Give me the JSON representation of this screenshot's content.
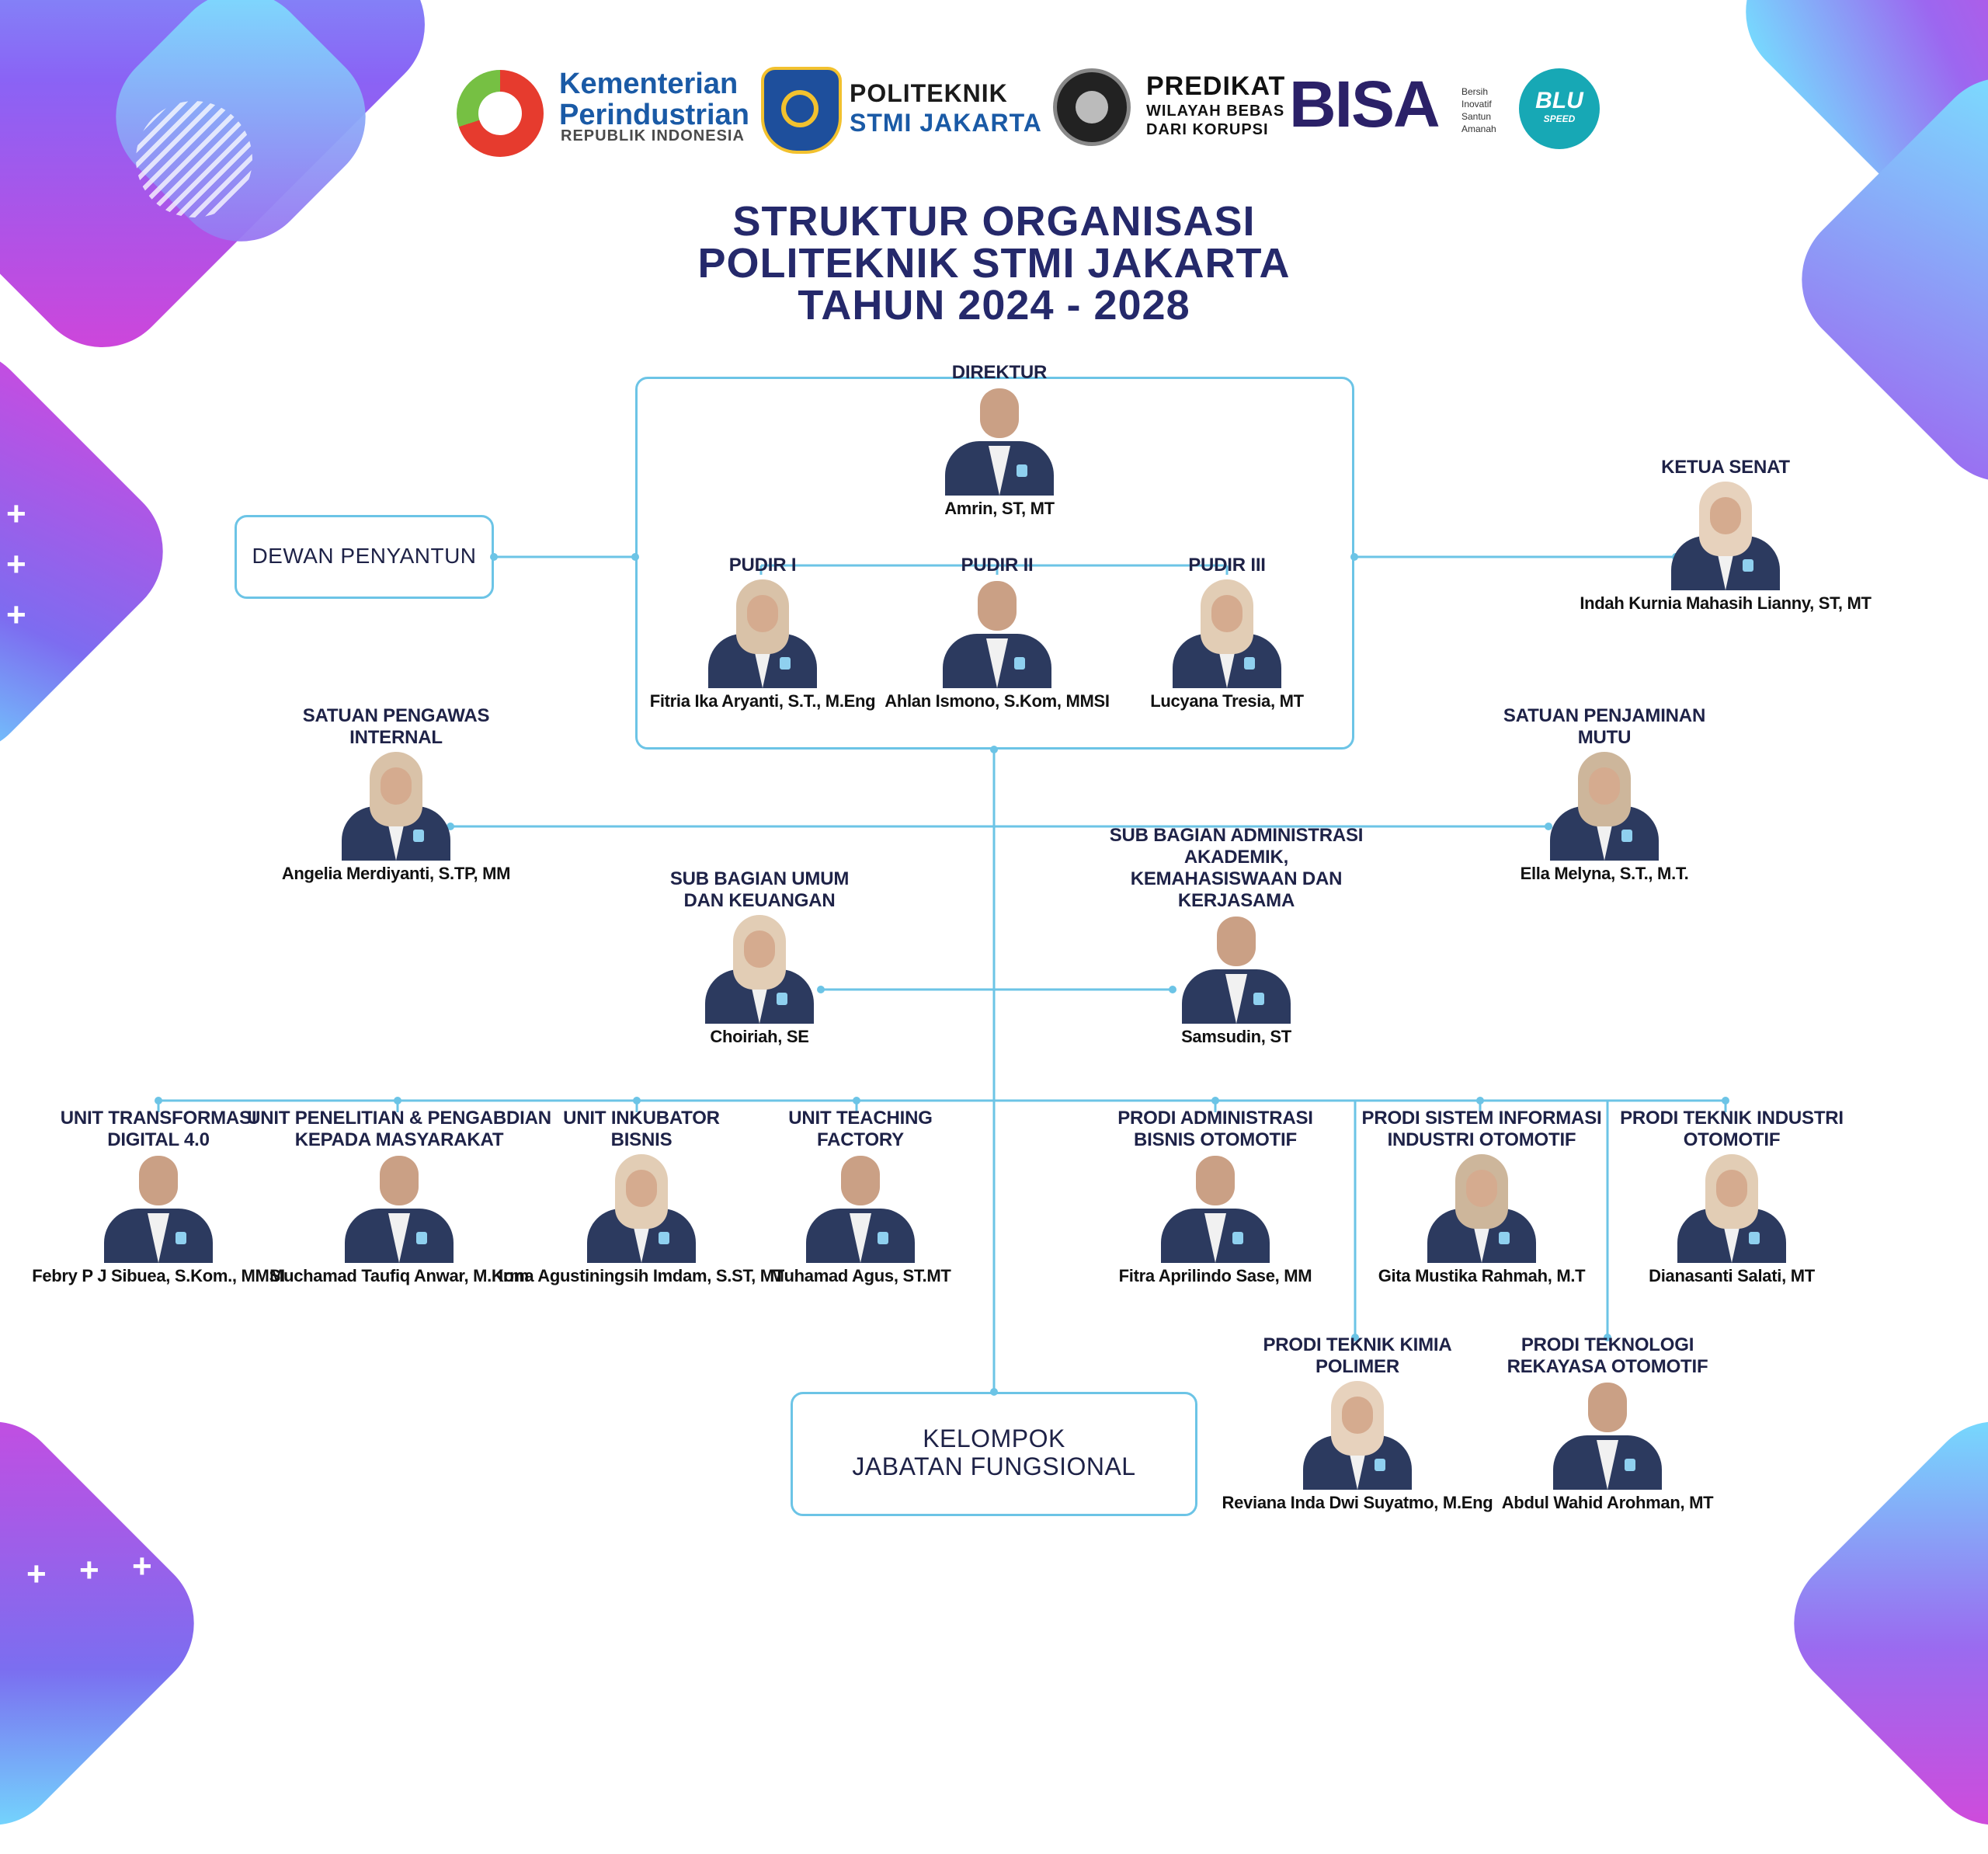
{
  "header": {
    "logos": {
      "kemenperin": {
        "line1": "Kementerian",
        "line2": "Perindustrian",
        "line3": "REPUBLIK INDONESIA"
      },
      "politeknik": {
        "line1": "POLITEKNIK",
        "line2": "STMI JAKARTA"
      },
      "wbk": {
        "line1": "PREDIKAT",
        "line2": "WILAYAH BEBAS",
        "line3": "DARI KORUPSI"
      },
      "bisa": {
        "word": "BISA",
        "sub1": "Bersih",
        "sub2": "Inovatif",
        "sub3": "Santun",
        "sub4": "Amanah"
      },
      "blu": {
        "word": "BLU",
        "sub": "SPEED"
      }
    },
    "title": [
      "STRUKTUR ORGANISASI",
      "POLITEKNIK STMI JAKARTA",
      "TAHUN 2024 - 2028"
    ]
  },
  "boxes": {
    "dewan": "DEWAN PENYANTUN",
    "kelompok": [
      "KELOMPOK",
      "JABATAN FUNGSIONAL"
    ]
  },
  "people": [
    {
      "id": "direktur",
      "role": "DIREKTUR",
      "name": "Amrin, ST, MT",
      "hijab": false
    },
    {
      "id": "pudir1",
      "role": "PUDIR I",
      "name": "Fitria Ika Aryanti, S.T., M.Eng",
      "hijab": true
    },
    {
      "id": "pudir2",
      "role": "PUDIR II",
      "name": "Ahlan Ismono, S.Kom, MMSI",
      "hijab": false
    },
    {
      "id": "pudir3",
      "role": "PUDIR III",
      "name": "Lucyana Tresia, MT",
      "hijab": true
    },
    {
      "id": "senat",
      "role": "KETUA SENAT",
      "name": "Indah Kurnia Mahasih Lianny, ST, MT",
      "hijab": true
    },
    {
      "id": "spi",
      "role": "SATUAN PENGAWAS\nINTERNAL",
      "name": "Angelia Merdiyanti, S.TP, MM",
      "hijab": true
    },
    {
      "id": "spm",
      "role": "SATUAN PENJAMINAN\nMUTU",
      "name": "Ella Melyna, S.T., M.T.",
      "hijab": true
    },
    {
      "id": "umum",
      "role": "SUB BAGIAN UMUM\nDAN KEUANGAN",
      "name": "Choiriah, SE",
      "hijab": true
    },
    {
      "id": "akademik",
      "role": "SUB BAGIAN ADMINISTRASI AKADEMIK,\nKEMAHASISWAAN DAN KERJASAMA",
      "name": "Samsudin, ST",
      "hijab": false
    },
    {
      "id": "utd",
      "role": "UNIT TRANSFORMASI\nDIGITAL 4.0",
      "name": "Febry P J Sibuea, S.Kom., MMSI",
      "hijab": false
    },
    {
      "id": "ppm",
      "role": "UNIT PENELITIAN & PENGABDIAN\nKEPADA MASYARAKAT",
      "name": "Muchamad Taufiq Anwar, M.Kom",
      "hijab": false
    },
    {
      "id": "inkubator",
      "role": "UNIT INKUBATOR\nBISNIS",
      "name": "Irma Agustiningsih Imdam, S.ST, MT",
      "hijab": true
    },
    {
      "id": "tefa",
      "role": "UNIT TEACHING\nFACTORY",
      "name": "Muhamad Agus, ST.MT",
      "hijab": false
    },
    {
      "id": "abo",
      "role": "PRODI ADMINISTRASI\nBISNIS OTOMOTIF",
      "name": "Fitra Aprilindo Sase, MM",
      "hijab": false
    },
    {
      "id": "sio",
      "role": "PRODI SISTEM INFORMASI\nINDUSTRI OTOMOTIF",
      "name": "Gita Mustika Rahmah, M.T",
      "hijab": true
    },
    {
      "id": "tio",
      "role": "PRODI TEKNIK INDUSTRI\nOTOMOTIF",
      "name": "Dianasanti Salati, MT",
      "hijab": true
    },
    {
      "id": "tkp",
      "role": "PRODI TEKNIK KIMIA\nPOLIMER",
      "name": "Reviana Inda Dwi Suyatmo, M.Eng",
      "hijab": true
    },
    {
      "id": "tro",
      "role": "PRODI TEKNOLOGI\nREKAYASA OTOMOTIF",
      "name": "Abdul Wahid Arohman, MT",
      "hijab": false
    }
  ],
  "colors": {
    "title": "#25296b",
    "line": "#6cc4e6",
    "suit": "#2c3a5f"
  }
}
